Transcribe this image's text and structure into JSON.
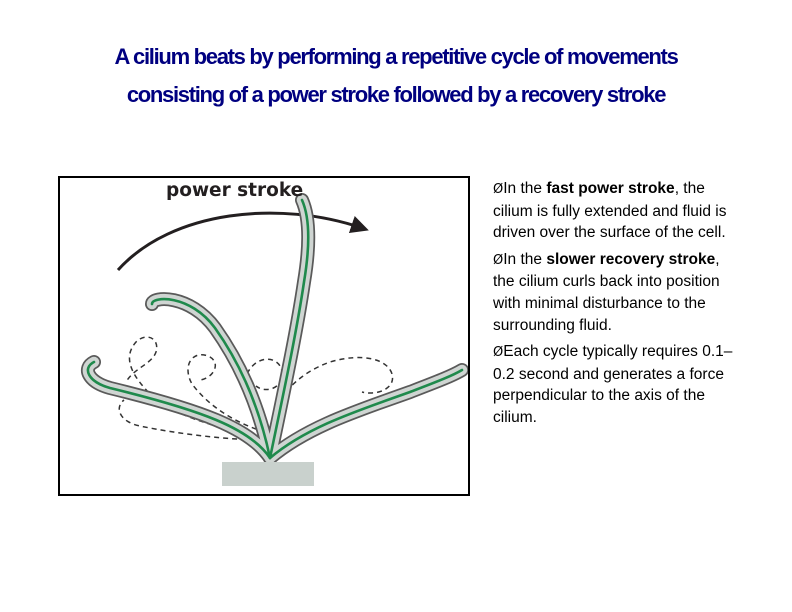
{
  "slide": {
    "title_line1": "A cilium beats by performing a repetitive cycle of movements",
    "title_line2": "consisting of a power stroke followed by a recovery   stroke"
  },
  "figure": {
    "label": "power stroke",
    "colors": {
      "cilium_fill": "#cfd5d2",
      "cilium_outline": "#5a5a5a",
      "axoneme": "#1f8a4c",
      "cell_surface": "#c9d1cd",
      "arrow": "#231f20"
    }
  },
  "bullets": [
    {
      "marker": "Ø",
      "parts": [
        {
          "text": "In the ",
          "bold": false
        },
        {
          "text": "fast power stroke",
          "bold": true
        },
        {
          "text": ", the cilium is fully extended and fluid is driven over the surface of the cell.",
          "bold": false
        }
      ]
    },
    {
      "marker": "Ø",
      "parts": [
        {
          "text": "In the ",
          "bold": false
        },
        {
          "text": "slower recovery stroke",
          "bold": true
        },
        {
          "text": ", the cilium curls back into position with minimal disturbance to the surrounding fluid.",
          "bold": false
        }
      ]
    },
    {
      "marker": "Ø",
      "parts": [
        {
          "text": "Each cycle typically requires 0.1–0.2 second and generates a force perpendicular to the axis of the cilium.",
          "bold": false
        }
      ]
    }
  ]
}
